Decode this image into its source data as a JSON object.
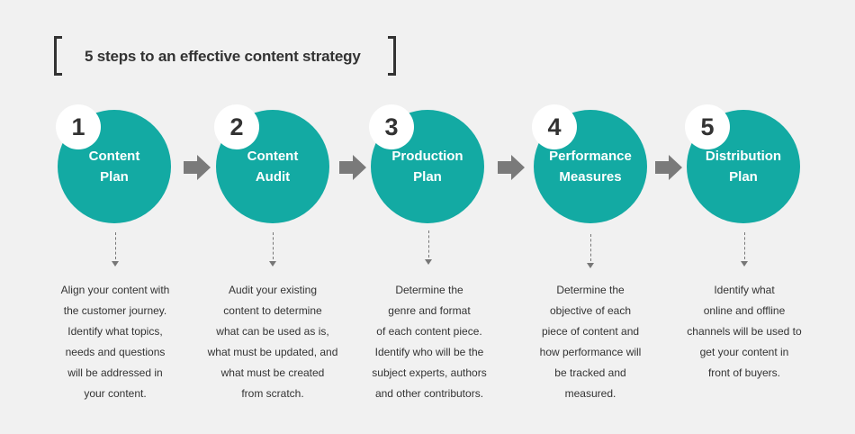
{
  "title": "5 steps to an effective content strategy",
  "colors": {
    "circle": "#13aaa3",
    "arrow": "#7a7a7a",
    "text": "#333333"
  },
  "steps": [
    {
      "number": "1",
      "label": "Content\nPlan",
      "description": "Align your content with\nthe customer journey.\nIdentify what topics,\nneeds and questions\nwill be addressed in\nyour content."
    },
    {
      "number": "2",
      "label": "Content\nAudit",
      "description": "Audit your existing\ncontent to determine\nwhat can be used as is,\nwhat must be updated, and\nwhat must be created\nfrom scratch."
    },
    {
      "number": "3",
      "label": "Production\nPlan",
      "description": "Determine the\ngenre and format\nof each content piece.\nIdentify who will be the\nsubject experts, authors\nand other contributors."
    },
    {
      "number": "4",
      "label": "Performance\nMeasures",
      "description": "Determine the\nobjective of each\npiece of content and\nhow performance will\nbe tracked and\nmeasured."
    },
    {
      "number": "5",
      "label": "Distribution\nPlan",
      "description": "Identify what\nonline and offline\nchannels will be used to\nget your content in\nfront of buyers."
    }
  ]
}
